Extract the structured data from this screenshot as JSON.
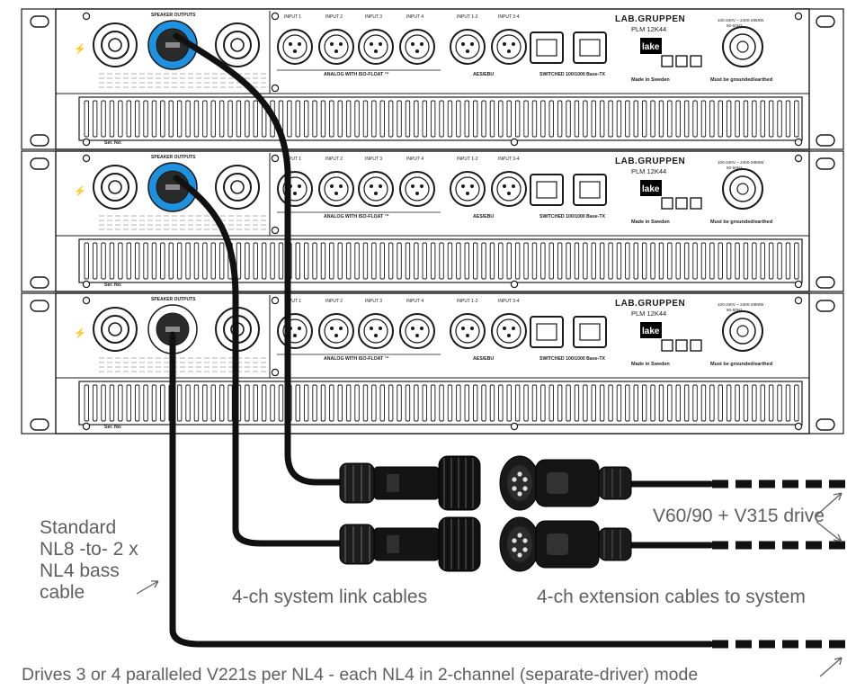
{
  "amplifier": {
    "brand": "LAB.GRUPPEN",
    "model": "PLM 12K44",
    "lake_logo": "lake",
    "speaker_outputs_label": "SPEAKER OUTPUTS",
    "inputs": [
      "INPUT 1",
      "INPUT 2",
      "INPUT 3",
      "INPUT 4"
    ],
    "aes_inputs": [
      "INPUT 1-2",
      "INPUT 3-4"
    ],
    "analog_label": "ANALOG WITH ISO-FLOAT ™",
    "aes_label": "AES/EBU",
    "switched_label": "SWITCHED 100/1000 Base-TX",
    "made_in": "Made in Sweden",
    "grounded": "Must be grounded/earthed",
    "ser_no": "Ser. No:",
    "power_rating": "100-240V ~ 2400-2950W",
    "freq": "50-60Hz"
  },
  "captions": {
    "nl8_cable": "Standard NL8 -to- 2 x NL4 bass cable",
    "link_cables": "4-ch system link cables",
    "extension_cables": "4-ch extension cables to system",
    "drive": "V60/90 + V315 drive",
    "bottom_note": "Drives 3 or 4 paralleled V221s per NL4 - each NL4 in 2-channel (separate-driver) mode"
  },
  "colors": {
    "panel": "#ffffff",
    "line": "#1a1a1a",
    "speakon_blue": "#1e90e0",
    "cable": "#111111",
    "caption": "#5f5f5f"
  }
}
